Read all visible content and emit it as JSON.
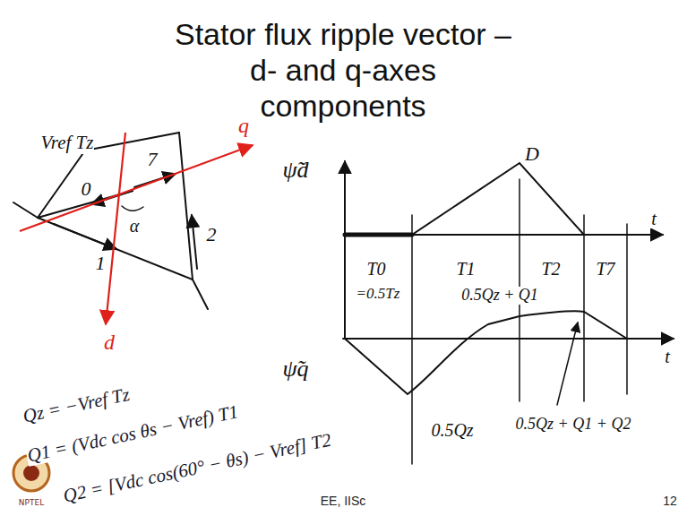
{
  "diagram": {
    "title": "Stator flux ripple vector – d- and q-axes components",
    "labels": [
      "Vref Tz",
      "0",
      "7",
      "α",
      "2",
      "1",
      "q",
      "d",
      "ψ̃d",
      "D",
      "t",
      "T0",
      "=0.5Tz",
      "T1",
      "T2",
      "T7",
      "ψ̃q",
      "0.5Qz + Q1",
      "0.5Qz",
      "0.5Qz + Q1 + Q2",
      "t",
      "Qz = −Vref Tz",
      "Q1 = (Vdc cos θs − Vref) T1",
      "Q2 = [Vdc cos(60° − θs) − Vref] T2",
      "NPTEL",
      "EE, IISc",
      "12"
    ]
  }
}
